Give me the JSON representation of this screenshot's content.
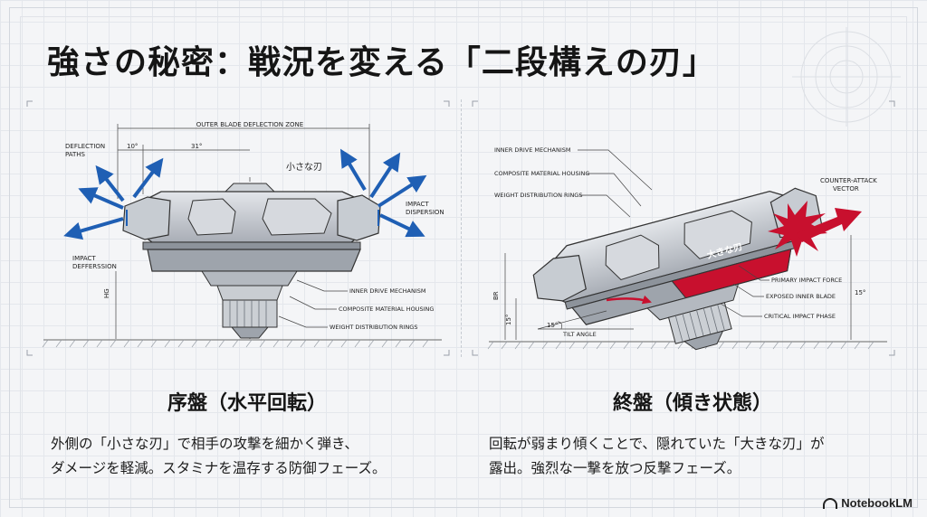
{
  "title": "強さの秘密：戦況を変える「二段構えの刃」",
  "left": {
    "diagram": {
      "top_label": "OUTER BLADE DEFLECTION ZONE",
      "angle_10": "10°",
      "angle_31": "31°",
      "deflection_paths": [
        "DEFLECTION",
        "PATHS"
      ],
      "impact_deflection": [
        "IMPACT",
        "DEFFERSSION"
      ],
      "impact_dispersion": [
        "IMPACT",
        "DISPERSION"
      ],
      "small_blade_label": "小さな刃",
      "height_label": "HG",
      "inner_drive": "INNER DRIVE MECHANISM",
      "composite_housing": "COMPOSITE MATERIAL HOUSING",
      "weight_rings": "WEIGHT DISTRIBUTION RINGS"
    },
    "phase_title": "序盤（水平回転）",
    "description": [
      "外側の「小さな刃」で相手の攻撃を細かく弾き、",
      "ダメージを軽減。スタミナを温存する防御フェーズ。"
    ]
  },
  "right": {
    "diagram": {
      "inner_drive": "INNER DRIVE MECHANISM",
      "composite_housing": "COMPOSITE MATERIAL HOUSING",
      "weight_rings": "WEIGHT DISTRIBUTION RINGS",
      "counter_attack": [
        "COUNTER-ATTACK",
        "VECTOR"
      ],
      "big_blade_label": "大きな刃",
      "primary_impact": "PRIMARY IMPACT FORCE",
      "exposed_blade": "EXPOSED INNER BLADE",
      "critical_phase": "CRITICAL IMPACT PHASE",
      "tilt_angle": "TILT ANGLE",
      "angle_15_a": "15°",
      "angle_15_b": "15°",
      "angle_15_c": "15°",
      "height_label": "BR"
    },
    "phase_title": "終盤（傾き状態）",
    "description": [
      "回転が弱まり傾くことで、隠れていた「大きな刃」が",
      "露出。強烈な一撃を放つ反撃フェーズ。"
    ]
  },
  "colors": {
    "arrow_blue": "#1f5fb4",
    "blade_red": "#c8102e",
    "metal": "#b9bec6"
  },
  "logo": {
    "text": "NotebookLM"
  }
}
